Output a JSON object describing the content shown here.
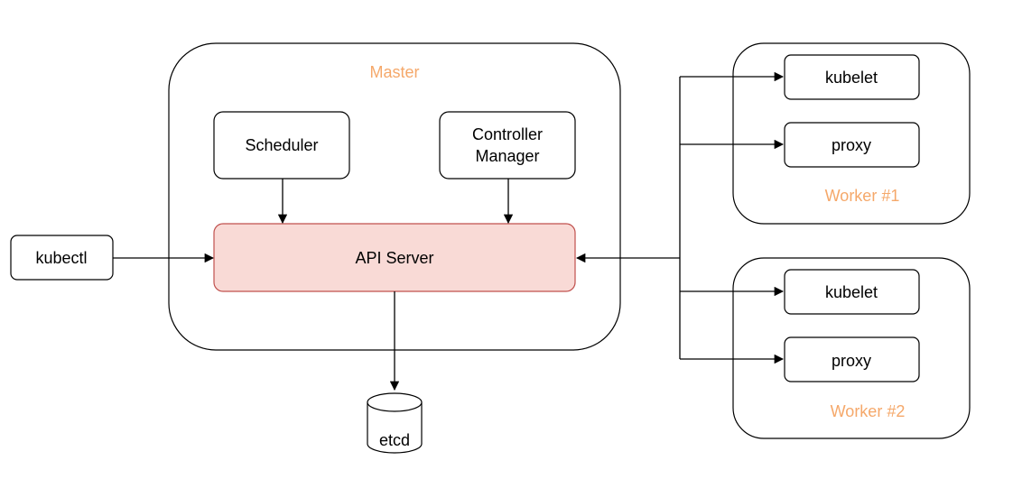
{
  "colors": {
    "group_label": "#F5A86A",
    "api_fill": "#F9DAD6",
    "api_stroke": "#C0504D",
    "line": "#000000"
  },
  "groups": {
    "master": "Master",
    "worker1": "Worker #1",
    "worker2": "Worker #2"
  },
  "nodes": {
    "scheduler": "Scheduler",
    "controller_manager_line1": "Controller",
    "controller_manager_line2": "Manager",
    "api_server": "API Server",
    "kubectl": "kubectl",
    "etcd": "etcd",
    "worker1_kubelet": "kubelet",
    "worker1_proxy": "proxy",
    "worker2_kubelet": "kubelet",
    "worker2_proxy": "proxy"
  }
}
